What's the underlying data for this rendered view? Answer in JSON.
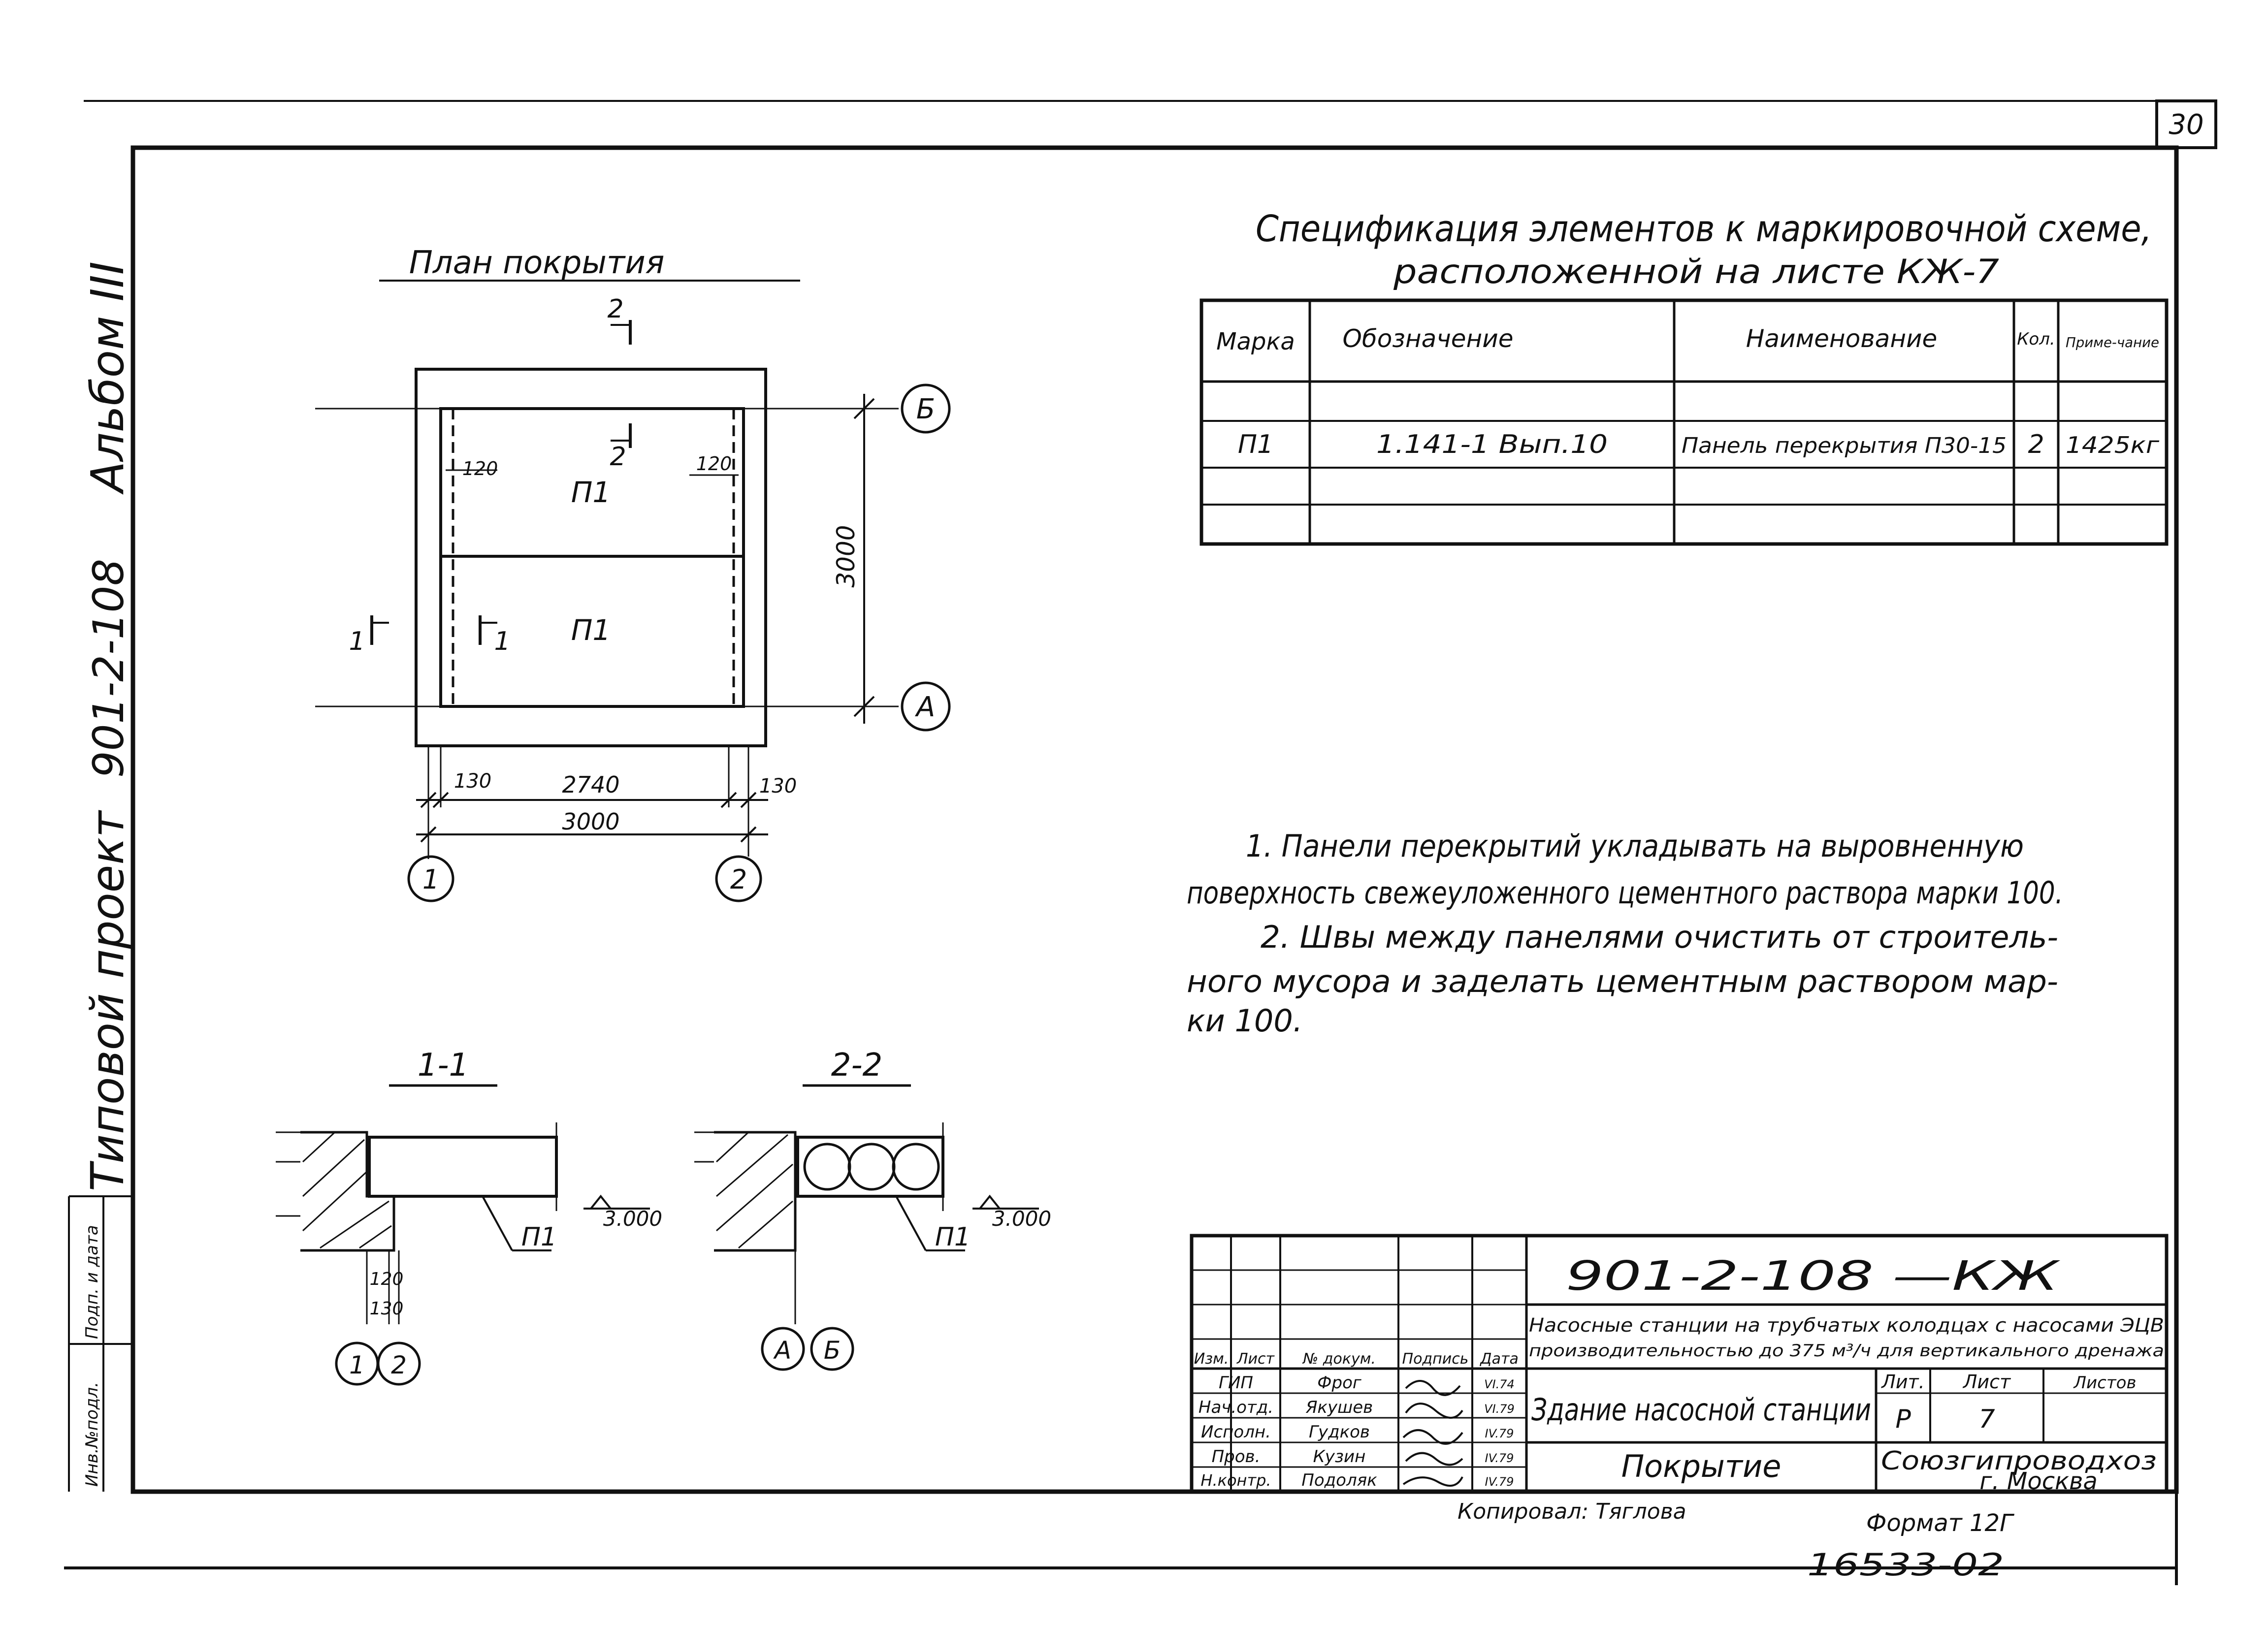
{
  "sheet_number": "30",
  "sidebar": {
    "title": "Типовой проект",
    "project": "901-2-108",
    "album": "Альбом III",
    "stamp_cells": [
      "Инв.№подл.",
      "Подп. и дата"
    ]
  },
  "plan": {
    "title": "План покрытия",
    "panel_labels": [
      "П1",
      "П1"
    ],
    "section_marks": [
      "1",
      "1",
      "2",
      "2"
    ],
    "dimensions": {
      "left_inner": "120",
      "right_inner": "120",
      "height": "3000",
      "bottom_left": "130",
      "bottom_mid": "2740",
      "bottom_right": "130",
      "bottom_total": "3000"
    },
    "axes": {
      "top_right": "Б",
      "bottom_right": "А",
      "bottom_left": "1",
      "bottom_right_col": "2"
    }
  },
  "section_1": {
    "title": "1-1",
    "panel": "П1",
    "elevation": "3.000",
    "dim_a": "120",
    "dim_b": "130",
    "axes": [
      "1",
      "2"
    ]
  },
  "section_2": {
    "title": "2-2",
    "panel": "П1",
    "elevation": "3.000",
    "axes": [
      "А",
      "Б"
    ]
  },
  "spec": {
    "title_line1": "Спецификация элементов к маркировочной схеме,",
    "title_line2": "расположенной на листе КЖ-7",
    "headers": [
      "Марка",
      "Обозначение",
      "Наименование",
      "Кол.",
      "Приме-чание"
    ],
    "rows": [
      [
        "",
        "",
        "",
        "",
        ""
      ],
      [
        "П1",
        "1.141-1 Вып.10",
        "Панель перекрытия П30-15",
        "2",
        "1425кг"
      ],
      [
        "",
        "",
        "",
        "",
        ""
      ]
    ]
  },
  "notes": [
    "1. Панели перекрытий укладывать на выровненную",
    "поверхность свежеуложенного цементного раствора марки 100.",
    "2. Швы между панелями очистить от строитель-",
    "ного мусора и заделать цементным раствором мар-",
    "ки 100."
  ],
  "title_block": {
    "code": "901-2-108 —КЖ",
    "project_desc_1": "Насосные станции на трубчатых колодцах с насосами ЭЦВ",
    "project_desc_2": "производительностью до 375 м³/ч для вертикального дренажа",
    "building": "Здание насосной станции",
    "sheet_name": "Покрытие",
    "org_1": "Союзгипроводхоз",
    "org_2": "г. Москва",
    "stage_label": "Лит.",
    "sheet_label": "Лист",
    "sheets_label": "Листов",
    "stage": "Р",
    "sheet": "7",
    "col_headers": [
      "Изм.",
      "Лист",
      "№ докум.",
      "Подпись",
      "Дата"
    ],
    "staff": [
      {
        "role": "ГИП",
        "name": "Фрог",
        "date": "VI.74"
      },
      {
        "role": "Нач.отд.",
        "name": "Якушев",
        "date": "VI.79"
      },
      {
        "role": "Исполн.",
        "name": "Гудков",
        "date": "IV.79"
      },
      {
        "role": "Пров.",
        "name": "Кузин",
        "date": "IV.79"
      },
      {
        "role": "Н.контр.",
        "name": "Подоляк",
        "date": "IV.79"
      }
    ]
  },
  "footer": {
    "copied": "Копировал: Тяглова",
    "format": "Формат 12Г",
    "inventory": "16533-02"
  }
}
